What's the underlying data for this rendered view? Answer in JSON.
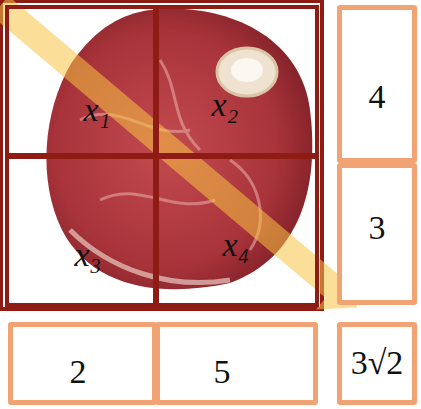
{
  "diagram": {
    "nodes": [
      {
        "text": [
          "x₁"
        ]
      },
      {
        "text": [
          "x₂"
        ]
      },
      {
        "text": [
          "4"
        ]
      },
      {
        "text": [
          "x₃"
        ]
      },
      {
        "text": [
          "x₄"
        ]
      },
      {
        "text": [
          "3"
        ]
      },
      {
        "text": [
          "2"
        ]
      },
      {
        "text": [
          "5"
        ]
      },
      {
        "text": [
          "3√2"
        ]
      }
    ]
  }
}
